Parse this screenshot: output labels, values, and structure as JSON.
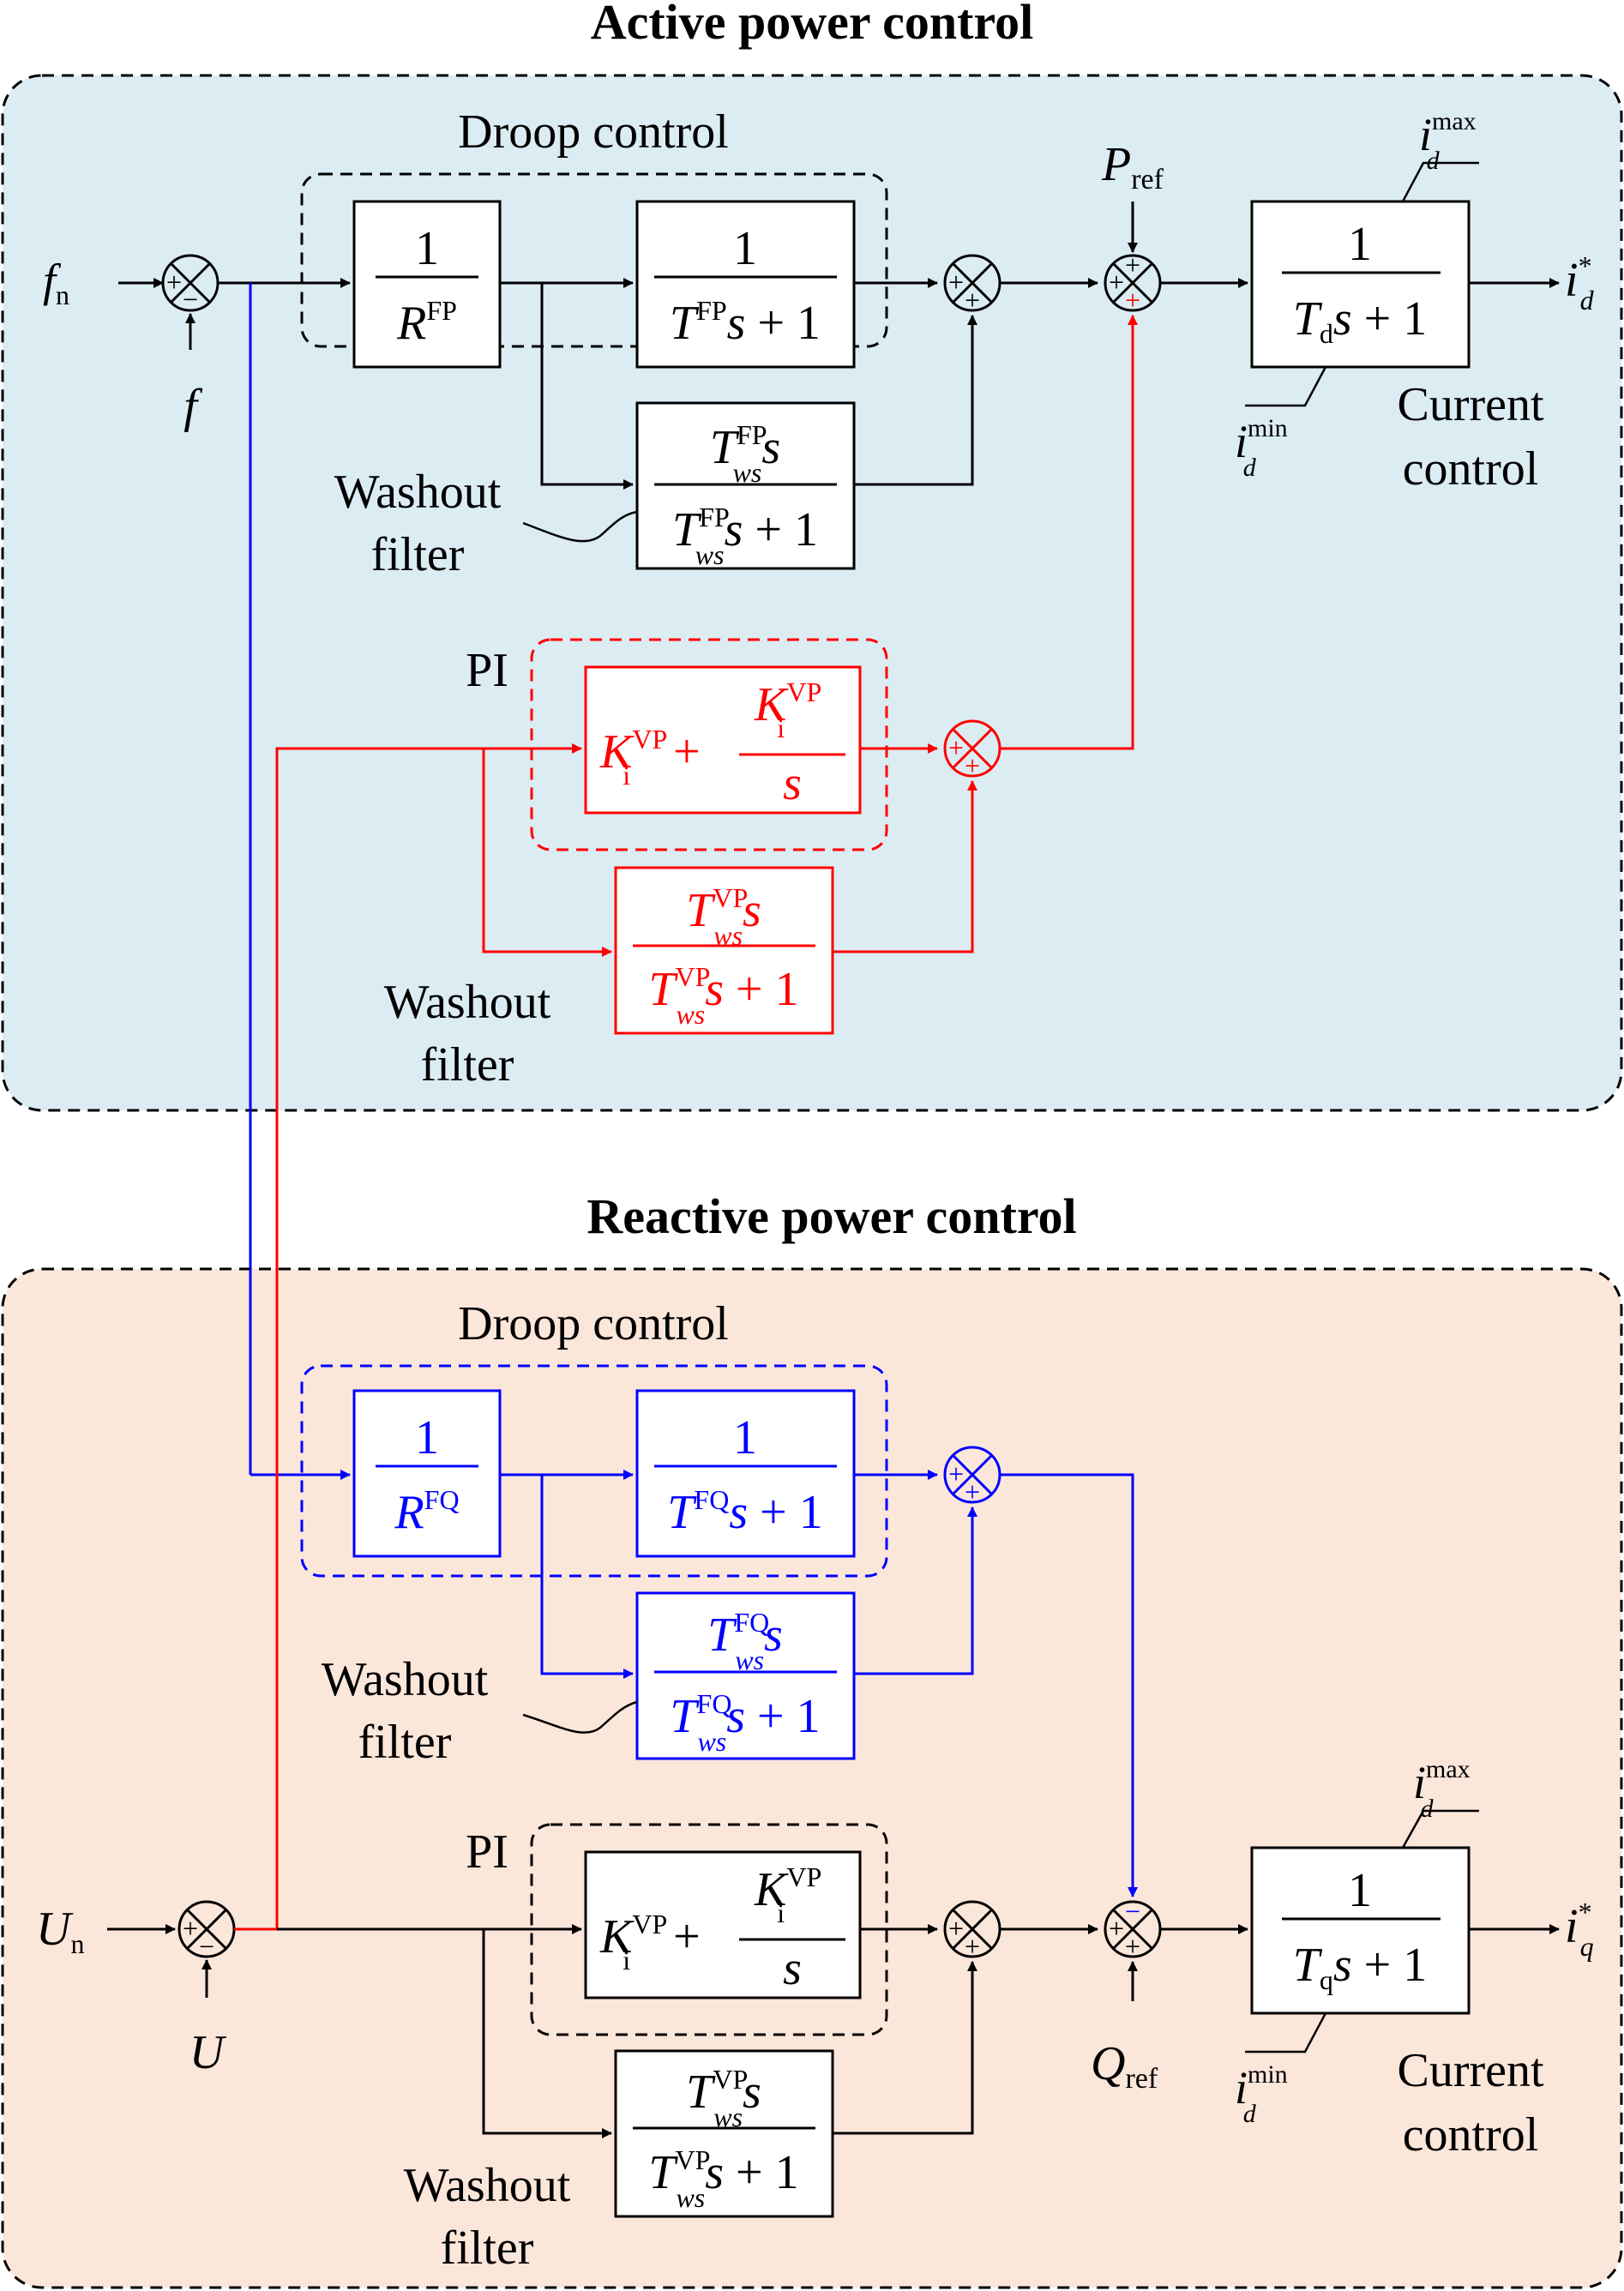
{
  "colors": {
    "black": "#000000",
    "blue": "#0000ff",
    "red": "#ff0000",
    "active_bg": "#dcecf3",
    "reactive_bg": "#fbe6da"
  },
  "active": {
    "title": "Active power control",
    "droop_label": "Droop control",
    "washout_label_1": "Washout",
    "washout_label_2": "filter",
    "pi_label": "PI",
    "pi_washout_label_1": "Washout",
    "pi_washout_label_2": "filter",
    "current_label_1": "Current",
    "current_label_2": "control",
    "in_f_main": "f",
    "in_f_sub": "n",
    "fb_f": "f",
    "ref_main": "P",
    "ref_sub": "ref",
    "out_main": "i",
    "out_sup": "*",
    "out_sub": "d",
    "max_main": "i",
    "max_sup": "max",
    "max_sub": "d",
    "min_main": "i",
    "min_sup": "min",
    "min_sub": "d",
    "gain_R": "R",
    "gain_R_sup": "FP",
    "lowpass_T": "T",
    "lowpass_T_sup": "FP",
    "washout_T": "T",
    "washout_T_sup": "FP",
    "washout_T_sub": "ws",
    "pi_K": "K",
    "pi_K_sup": "VP",
    "pi_K_sub": "i",
    "piwash_T": "T",
    "piwash_T_sup": "VP",
    "piwash_T_sub": "ws",
    "cc_T": "T",
    "cc_T_sub": "d"
  },
  "reactive": {
    "title": "Reactive power control",
    "droop_label": "Droop control",
    "washout_label_1": "Washout",
    "washout_label_2": "filter",
    "pi_label": "PI",
    "pi_washout_label_1": "Washout",
    "pi_washout_label_2": "filter",
    "current_label_1": "Current",
    "current_label_2": "control",
    "in_U_main": "U",
    "in_U_sub": "n",
    "fb_U": "U",
    "ref_main": "Q",
    "ref_sub": "ref",
    "out_main": "i",
    "out_sup": "*",
    "out_sub": "q",
    "max_main": "i",
    "max_sup": "max",
    "max_sub": "d",
    "min_main": "i",
    "min_sup": "min",
    "min_sub": "d",
    "gain_R": "R",
    "gain_R_sup": "FQ",
    "lowpass_T": "T",
    "lowpass_T_sup": "FQ",
    "washout_T": "T",
    "washout_T_sup": "FQ",
    "washout_T_sub": "ws",
    "pi_K": "K",
    "pi_K_sup": "VP",
    "pi_K_sub": "i",
    "piwash_T": "T",
    "piwash_T_sup": "VP",
    "piwash_T_sub": "ws",
    "cc_T": "T",
    "cc_T_sub": "q"
  },
  "math": {
    "one": "1",
    "s": "s",
    "plus_one": " + 1",
    "plus": "+",
    "plus_sign": "+",
    "minus_sign": "−"
  }
}
